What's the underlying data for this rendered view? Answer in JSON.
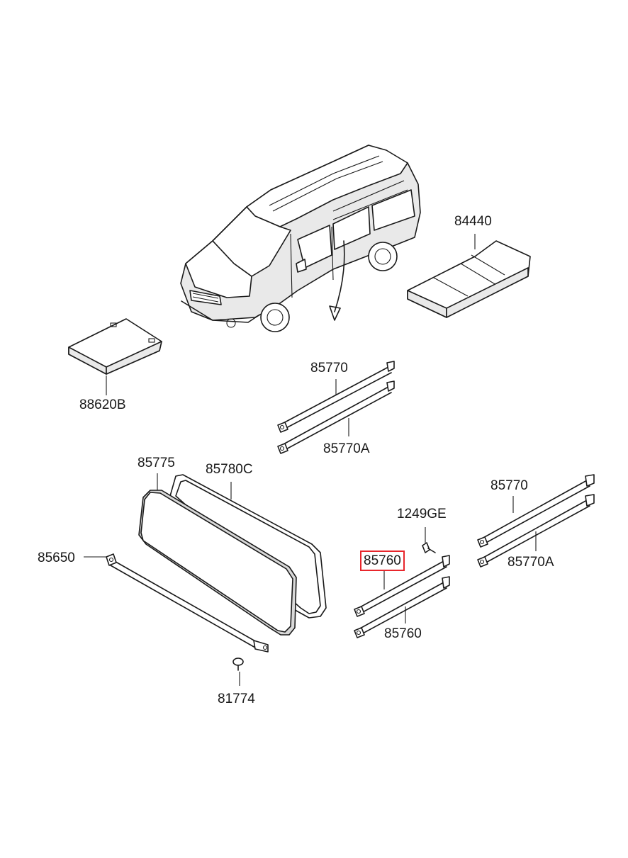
{
  "highlight_color": "#e8262c",
  "labels": {
    "l84440": "84440",
    "l88620b": "88620B",
    "l85770_top": "85770",
    "l85770a_top": "85770A",
    "l85775": "85775",
    "l85780c": "85780C",
    "l85650": "85650",
    "l81774": "81774",
    "l1249ge": "1249GE",
    "l85760_hl": "85760",
    "l85760": "85760",
    "l85770_right": "85770",
    "l85770a_right": "85770A"
  }
}
